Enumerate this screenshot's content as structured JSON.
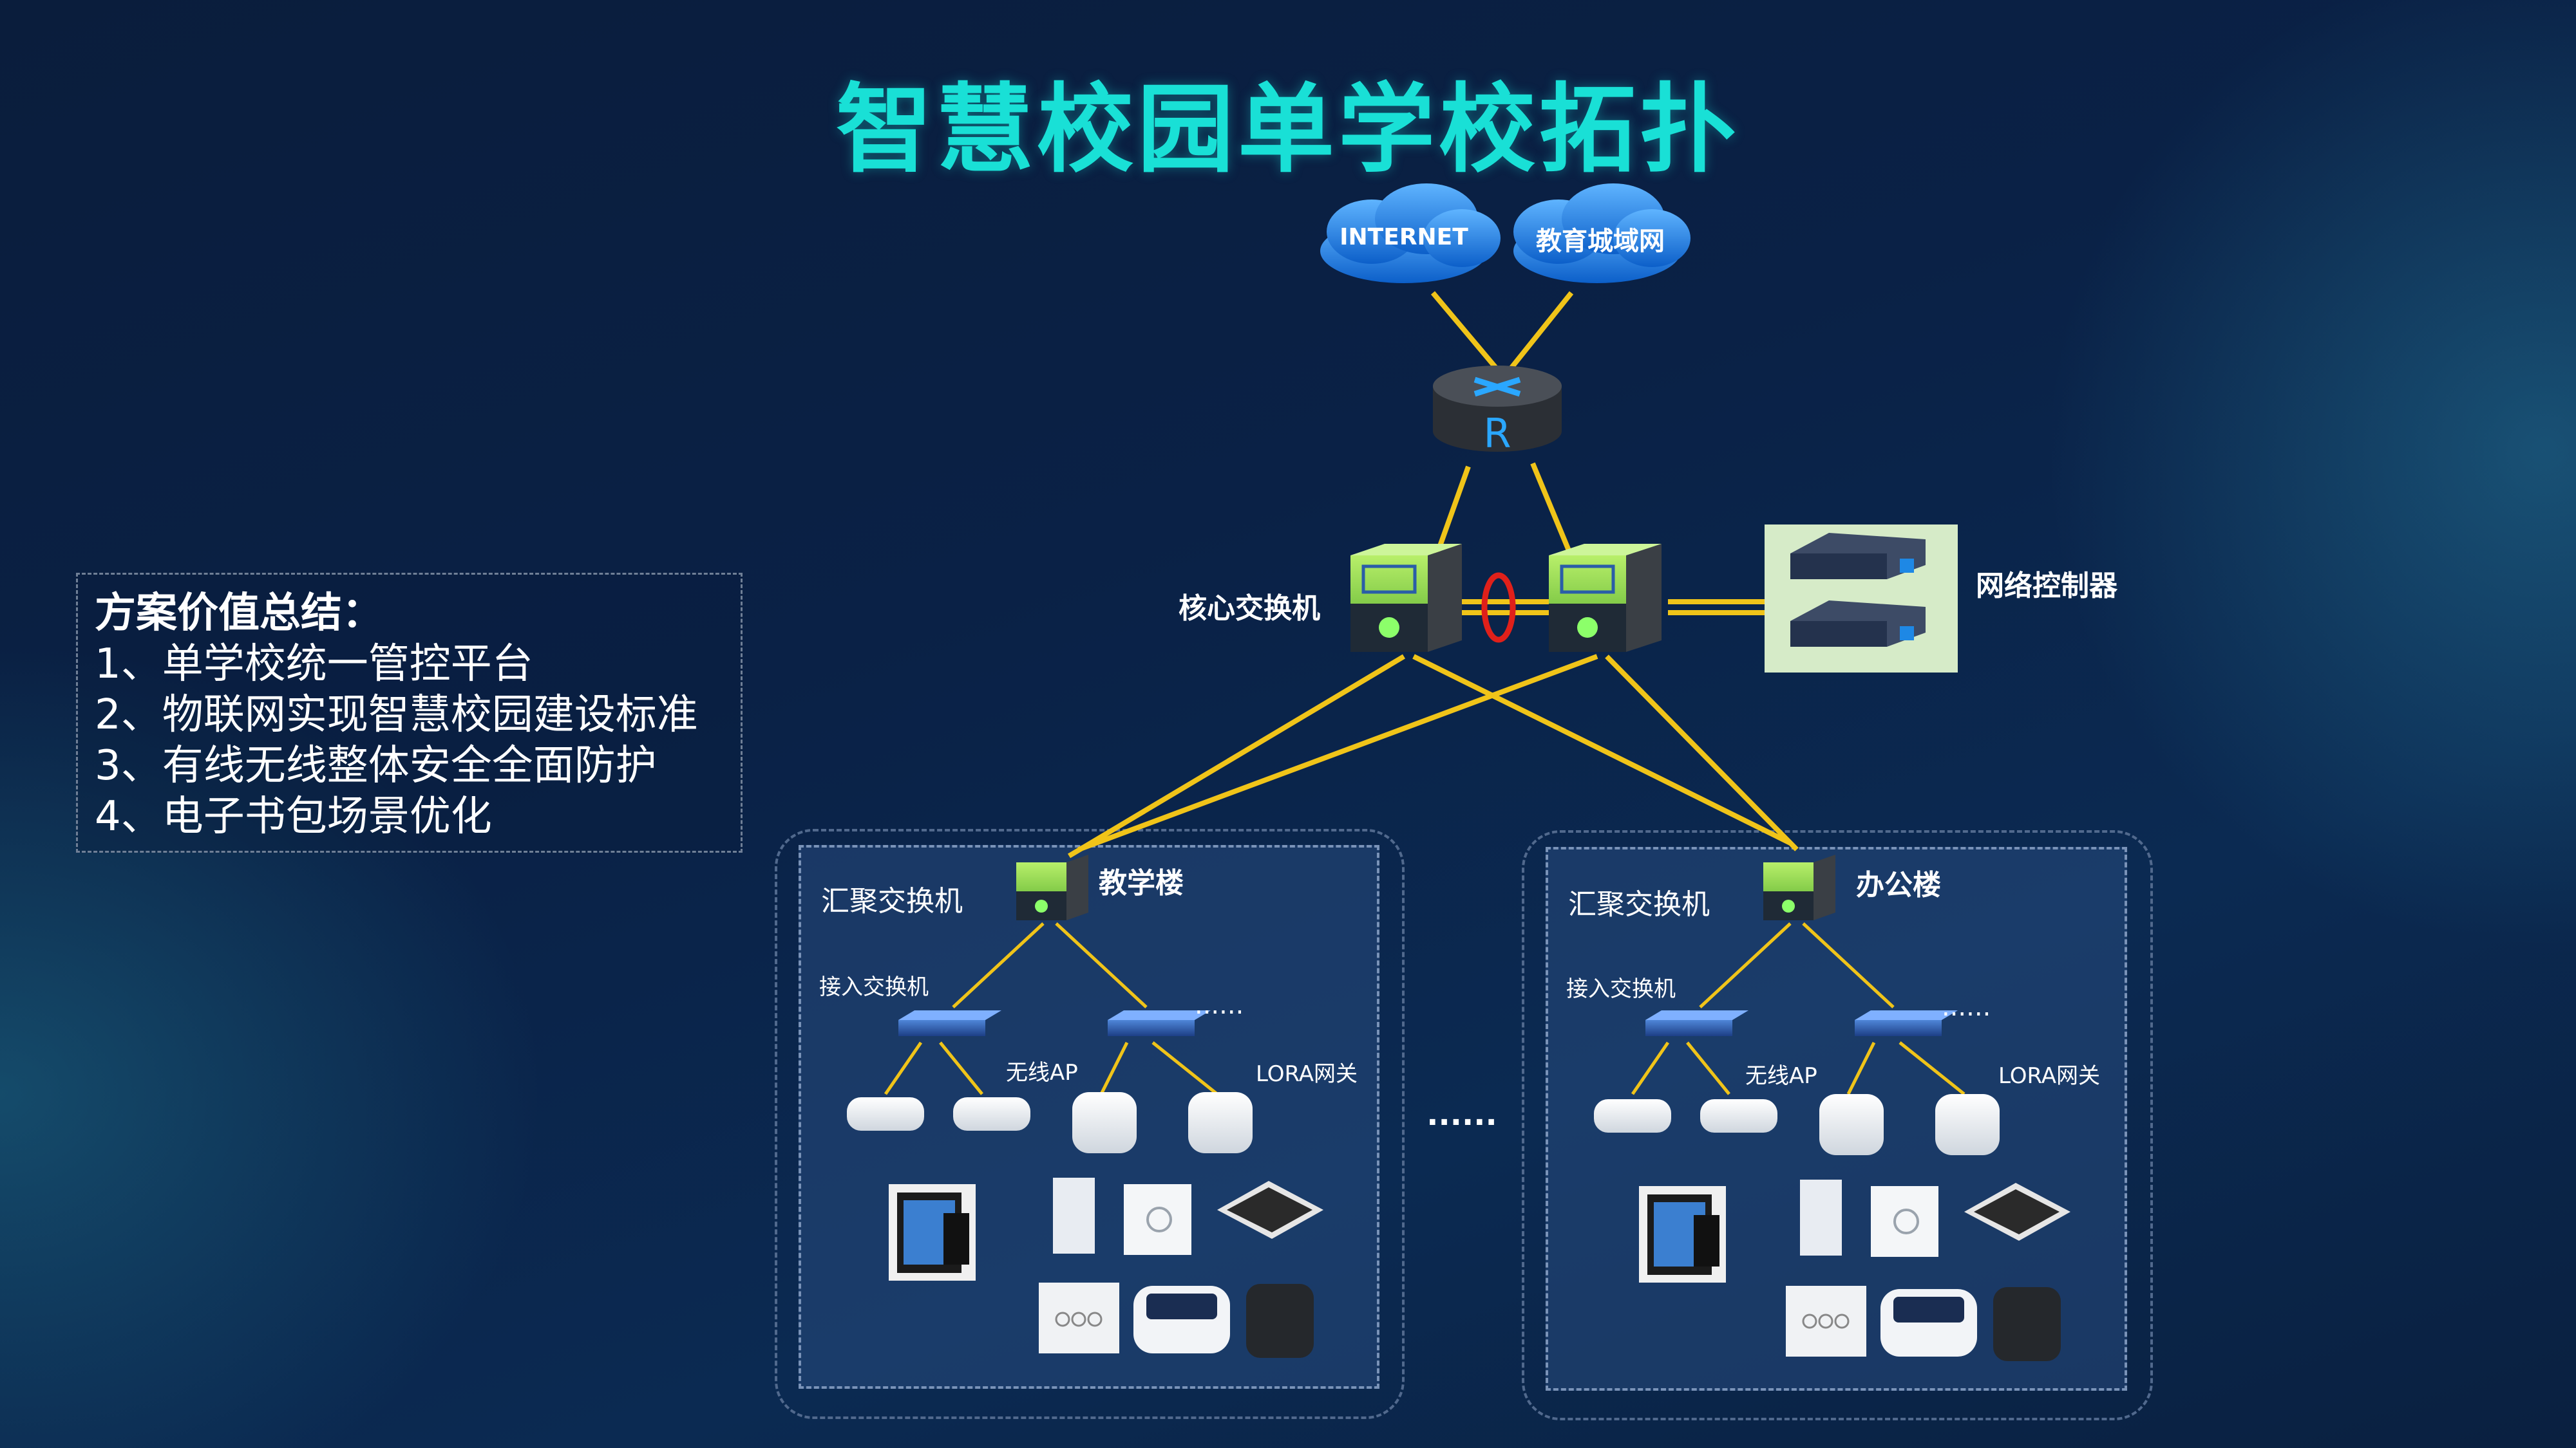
{
  "title": "智慧校园单学校拓扑",
  "summary": {
    "heading": "方案价值总结：",
    "items": [
      "1、单学校统一管控平台",
      "2、物联网实现智慧校园建设标准",
      "3、有线无线整体安全全面防护",
      "4、电子书包场景优化"
    ]
  },
  "clouds": {
    "internet": "INTERNET",
    "edu": "教育城域网"
  },
  "router_label": "R",
  "core_switch_label": "核心交换机",
  "controller_label": "网络控制器",
  "between_dots": "......",
  "buildings": [
    {
      "name": "教学楼",
      "aggregation_label": "汇聚交换机",
      "access_label": "接入交换机",
      "ap_label": "无线AP",
      "lora_label": "LORA网关",
      "dots": "......"
    },
    {
      "name": "办公楼",
      "aggregation_label": "汇聚交换机",
      "access_label": "接入交换机",
      "ap_label": "无线AP",
      "lora_label": "LORA网关",
      "dots": "......"
    }
  ],
  "colors": {
    "title": "#19e0d6",
    "link": "#f0c419",
    "switch_green": "#7fcf3a",
    "lag_ring": "#e0201a"
  }
}
